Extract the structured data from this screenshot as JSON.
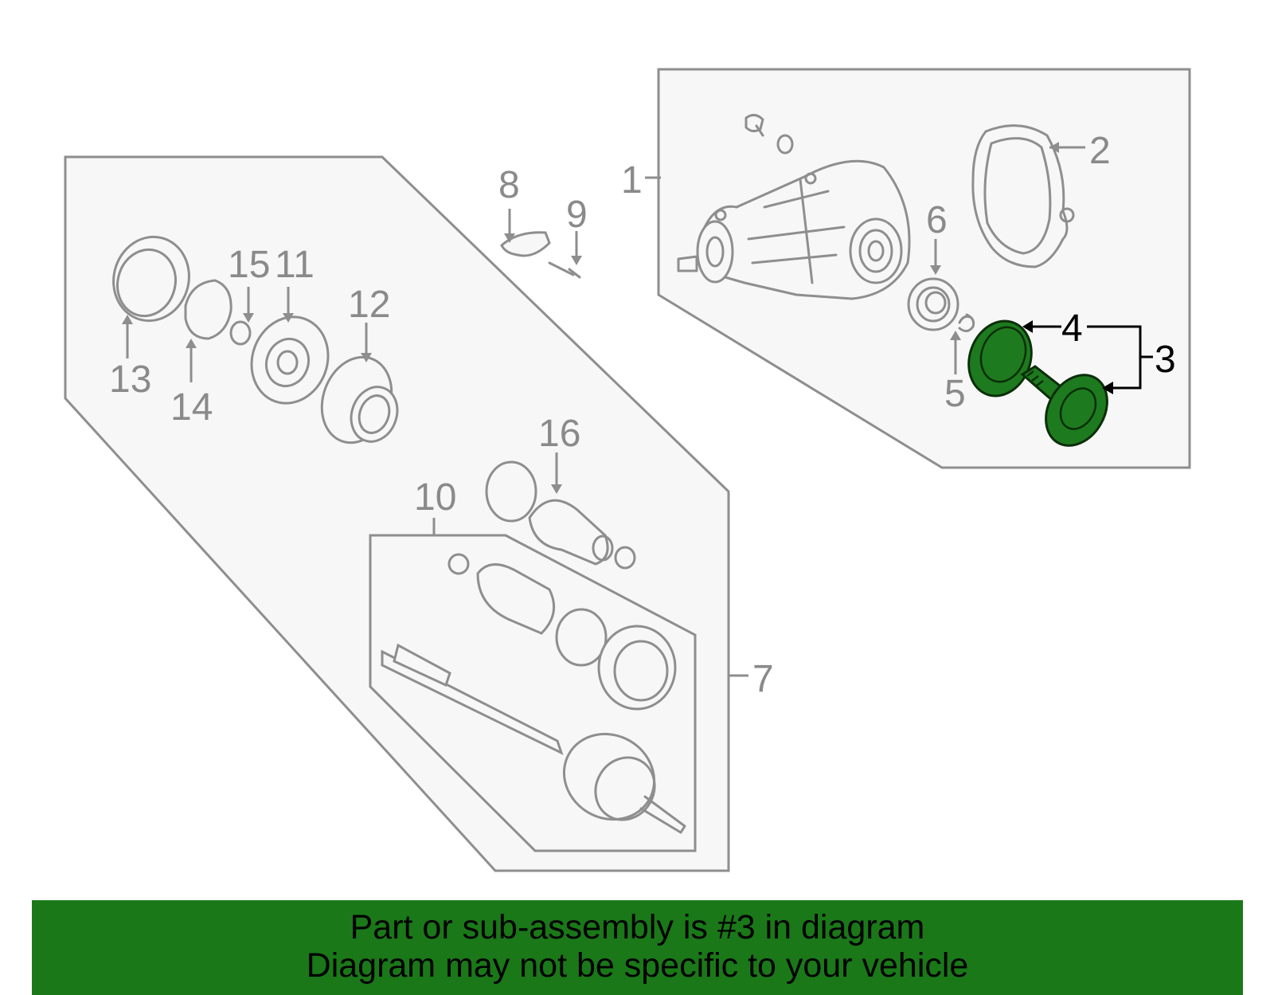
{
  "diagram": {
    "labels": {
      "p1": "1",
      "p2": "2",
      "p3": "3",
      "p4": "4",
      "p5": "5",
      "p6": "6",
      "p7": "7",
      "p8": "8",
      "p9": "9",
      "p10": "10",
      "p11": "11",
      "p12": "12",
      "p13": "13",
      "p14": "14",
      "p15": "15",
      "p16": "16"
    },
    "highlighted_part": "3",
    "colors": {
      "highlight": "#1e7a1e",
      "line_art": "#8e8e8e",
      "panel_fill": "#f7f7f7",
      "banner": "#1a7818"
    }
  },
  "banner": {
    "line1": "Part or sub-assembly is #3 in diagram",
    "line2": "Diagram may not be specific to your vehicle"
  }
}
